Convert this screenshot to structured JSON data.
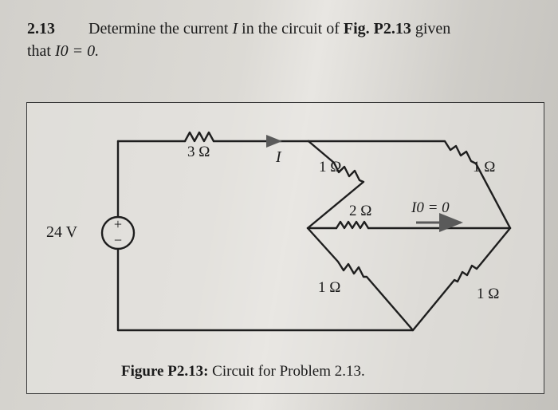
{
  "problem": {
    "number": "2.13",
    "text_before_I": "Determine the current",
    "I_symbol": "I",
    "text_after_I": "in the circuit of",
    "fig_ref": "Fig. P2.13",
    "text_end": "given",
    "line2_start": "that",
    "condition": "I0 = 0."
  },
  "circuit": {
    "source_label": "24 V",
    "source_plus": "+",
    "source_minus": "−",
    "resistor_top": "3 Ω",
    "current_label": "I",
    "r_upper_left": "1 Ω",
    "r_upper_right": "1 Ω",
    "r_middle": "2 Ω",
    "i0_label": "I0 = 0",
    "r_lower_left": "1 Ω",
    "r_lower_right": "1 Ω"
  },
  "caption": {
    "prefix": "Figure P2.13:",
    "text": "Circuit for Problem 2.13."
  },
  "colors": {
    "wire": "#1e1e1e",
    "arrow": "#5a5a5a"
  }
}
